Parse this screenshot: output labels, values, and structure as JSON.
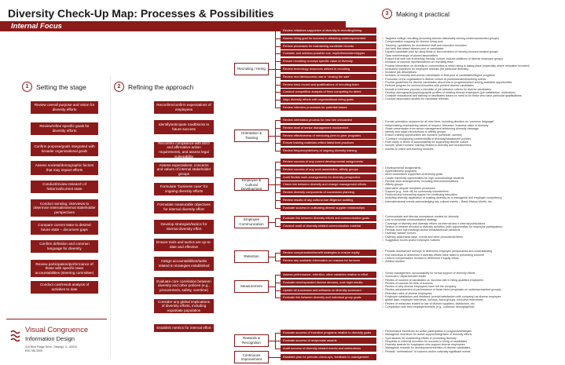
{
  "header": {
    "title": "Diversity Check-Up Map:  Processes & Possibilities",
    "subtitle": "Internal Focus"
  },
  "steps": [
    {
      "num": "1",
      "label": "Setting the stage"
    },
    {
      "num": "2",
      "label": "Refining the approach"
    },
    {
      "num": "3",
      "label": "Making it practical"
    }
  ],
  "setting_the_stage": [
    "Review overall purpose and vision for diversity efforts",
    "Review/refine specific goals for diversity efforts",
    "Confirm purpose/goals integrated with broader organizational goals",
    "Assess societal/demographic factors that may impact efforts",
    "Conduct/review research of historical/current state",
    "Conduct sensing, interviews to determine internal/external stakeholder perspectives",
    "Compare current state to desired future state – document gaps",
    "Confirm definition and common language for diversity",
    "Review participation/performance of those with specific team accountabilities (steering committee)",
    "Conduct cost/result analysis of activities to date"
  ],
  "refining_the_approach": [
    "Reconfirm/confirm expectations of employees",
    "Identify/anticipate roadblocks to future success",
    "Reconfirm compliance with EEO and affirmative action requirements, and assess legal vulnerability",
    "Assess expectations, concerns and values of internal stakeholder groups",
    "Formulate “business case” for ongoing diversity efforts",
    "Formulate measurable objectives for internal diversity effort",
    "Develop strategies/tactics for internal diversity effort",
    "Ensure tools and tactics are up-to-date and effective",
    "Assign accountabilities/tasks related to strategies established",
    "Evaluate core correlation between diversity and other policies (e.g., procurement, safety, overtime)",
    "Consider any global implications of diversity efforts, including expatriate population",
    "Establish metrics for internal effort"
  ],
  "categories": [
    {
      "name": "Recruiting / Hiring",
      "items": [
        "Review initiatives supportive of diversity in recruiting/hiring",
        "Assess hiring goal for success in attracting underrepresented",
        "Review processes for maintaining candidate records",
        "Consider and address possible cue, implicitness/stereotypes",
        "Ensure recruiting conveys specific value of diversity",
        "Review technology resources utilized in recruiting",
        "Review recruiter/success rate in “closing the sale”",
        "Review track record and qualifications of recruiting team",
        "Conduct competitive analysis of firms competing for talent",
        "Align diversity efforts with organizational hiring goals",
        "Review interview processes for potential biases"
      ],
      "practices": [
        "Targeted college recruiting (including schools historically serving underrepresented groups)",
        "Compensation mapping for diverse hiring pool",
        "Tracking / guidelines for recruitment staff and executive recruiters",
        "Job fairs that attract diverse pool of candidates",
        "Expand candidate pool by using fields or find members of minority-focused student groups",
        "Scan memberships of alumni associations",
        "Ensure that web site is diversity-friendly; culture, include additions of diverse employee groups",
        "Inclusion of minority representatives on recruiting team",
        "Provide information on diversity to communities in which hiring is taking place (especially where relocation involved)",
        "Increased incentives for employee referrals (for particular diversity)",
        "Inclusive job descriptions",
        "Inclusion of minority and women candidates in final pool of candidates/degree programs",
        "Promotion of the organization's diverse culture at professional/networking events",
        "Provide guidelines for diverse candidates about how to progress/select among available opportunities",
        "Referral program for women/minorities with present diverse candidates",
        "Include in interview process a checklist of job selection criteria for diverse candidates",
        "Develop demographic/psychographic profiles of existing diverse employees (job satisfaction, motivators)",
        "Consider educational and training of candidates based on need to for those who have particular qualifications",
        "Conduct association studies for candidate referrals"
      ]
    },
    {
      "name": "Orientation & Training",
      "items": [
        "Review orientation process for new hire onboarded",
        "Review level of senior management involvement",
        "Review effectiveness of mentoring peer-to-peer programs",
        "Ensure training materials reflect latest best practices",
        "Review frequency/delivery of ongoing diversity training"
      ],
      "practices": [
        "Formal orientation sessions for all new hires, including direction on “common language”",
        "Initial training emphasizing values of respect, tolerance, business value of diversity",
        "Share presentation from senior management reinforcing diversity message",
        "Identify and make introductions to affinity groups",
        "Ensure training opportunities are inclusive (schedule, access)",
        "“Contract” recognizing confidentiality of diversity/harassment policies",
        "Role clarity in terms of accountability for supporting diverse culture",
        "Include “what it means” training related to diversity and inclusiveness",
        "Access to online self-learning modules"
      ]
    },
    {
      "name": "Employee & Cultural Development",
      "items": [
        "Review success of any current developmental assignments",
        "Review success of any work assemblies, affinity groups",
        "Audit flexible work arrangements for diversity perspective",
        "Check link between diversity and change management efforts",
        "Review diversity components of succession planning",
        "Review results of any cultural due diligence auditing",
        "Evaluate success in cultivating diverse supplier relationships"
      ],
      "practices": [
        "Developmental assignments",
        "Apprenticeship programs",
        "Work committees supportive of diversity goals",
        "Create internship opportunities for high school/college students",
        "Flexible work arrangements, including telecommunications",
        "Affinity groups",
        "Alternative dispute resolution processes",
        "Support (e.g., time off) for community volunteerism",
        "Financial and counseling support for continuing education",
        "Including diversity application of existing diversity as a managerial and employee competency",
        "Internal/external events acknowledging key cultural events – Black History Month, etc."
      ]
    },
    {
      "name": "Employee Communication",
      "items": [
        "Evaluate link between diversity efforts and communication goals",
        "Conduct audit of diversity-related communication material"
      ],
      "practices": [
        "Communicate and discuss acceptance models for diversity",
        "Link to corporate communication strategy",
        "Coverage of diversity and diversity efforts via internal and e-internal publications",
        "Section of intranet devoted to diversity activities (with opportunities for employee participation)",
        "Periodic town hall meetings and/or breakfast/lunch sessions",
        "Diversity “award” honors",
        "Diversity awareness days, events and other promotional items",
        "Suggestion boxes and/or employee hotlines"
      ]
    },
    {
      "name": "Retention",
      "items": [
        "Review compensation/benefit strategies to ensure equity",
        "Review any available information on reasons for turnover"
      ],
      "practices": [
        "Periodic assessment surveys to determine employee perspectives and understanding",
        "Exit interviews to determine if diversity efforts have failed in preventing turnover",
        "Links to compensation reviews to determine if equity exists",
        "Attrition studies"
      ]
    },
    {
      "name": "Measurement",
      "items": [
        "Assess performance, retention, other variables relative to effort",
        "Evaluate new/expanded diverse streams, cost night results",
        "Update all successes and setbacks on diversity scorecard",
        "Evaluate link between diversity and individual group goals"
      ],
      "practices": [
        "Senior management, accountability for formal support of diversity efforts",
        "Scorecard / departmental results",
        "Review of sources of candidates vs. success rate in hiring qualified employees",
        "Review of success for sets of success",
        "Review of why diverse employees have left the company",
        "Review advancement of performance of those hired (emphasis on underrepresented groups)",
        "Retention rates of diverse employees",
        "Employee satisfaction and feedback (overall satisfaction with company) as diverse employee",
        "global data, employee interviews, surveys, focus groups, executive interviews)",
        "Review of measures related to use of diverse suppliers, distributors, etc.",
        "Comparison with best employers/results (e.g., customer demographics)"
      ]
    },
    {
      "name": "Rewards & Recognition",
      "items": [
        "Evaluate success of incentive programs relative to diversity goals",
        "Evaluate success of reciprocate awards",
        "Audit success of diversity-related events and celebrations"
      ],
      "practices": [
        "Performance incentives for active participation in programs/strategies",
        "Managerial incentives for active support/integration of diversity efforts",
        "Spot awards for outstanding efforts in promoting diversity",
        "Requests to external recruiters for success in hiring of candidates",
        "Diversity awards for employees who support diverse employees",
        "Managerial rewards for development/retention of diverse candidates",
        "Periodic “celebrations” of success and/or culturally significant events"
      ]
    },
    {
      "name": "Continuous Improvement",
      "items": [
        "Establish plan for periodic check-ups, feedback to management"
      ],
      "practices": []
    }
  ],
  "logo": {
    "name": "Visual Congruence",
    "tagline": "Information Design",
    "address_line1": "415 Blue Ridge Drive, Oswego, IL, 60543",
    "address_line2": "630.786.3005"
  },
  "colors": {
    "accent": "#8b1a1a",
    "text": "#1a1a1a",
    "background": "#ffffff"
  }
}
